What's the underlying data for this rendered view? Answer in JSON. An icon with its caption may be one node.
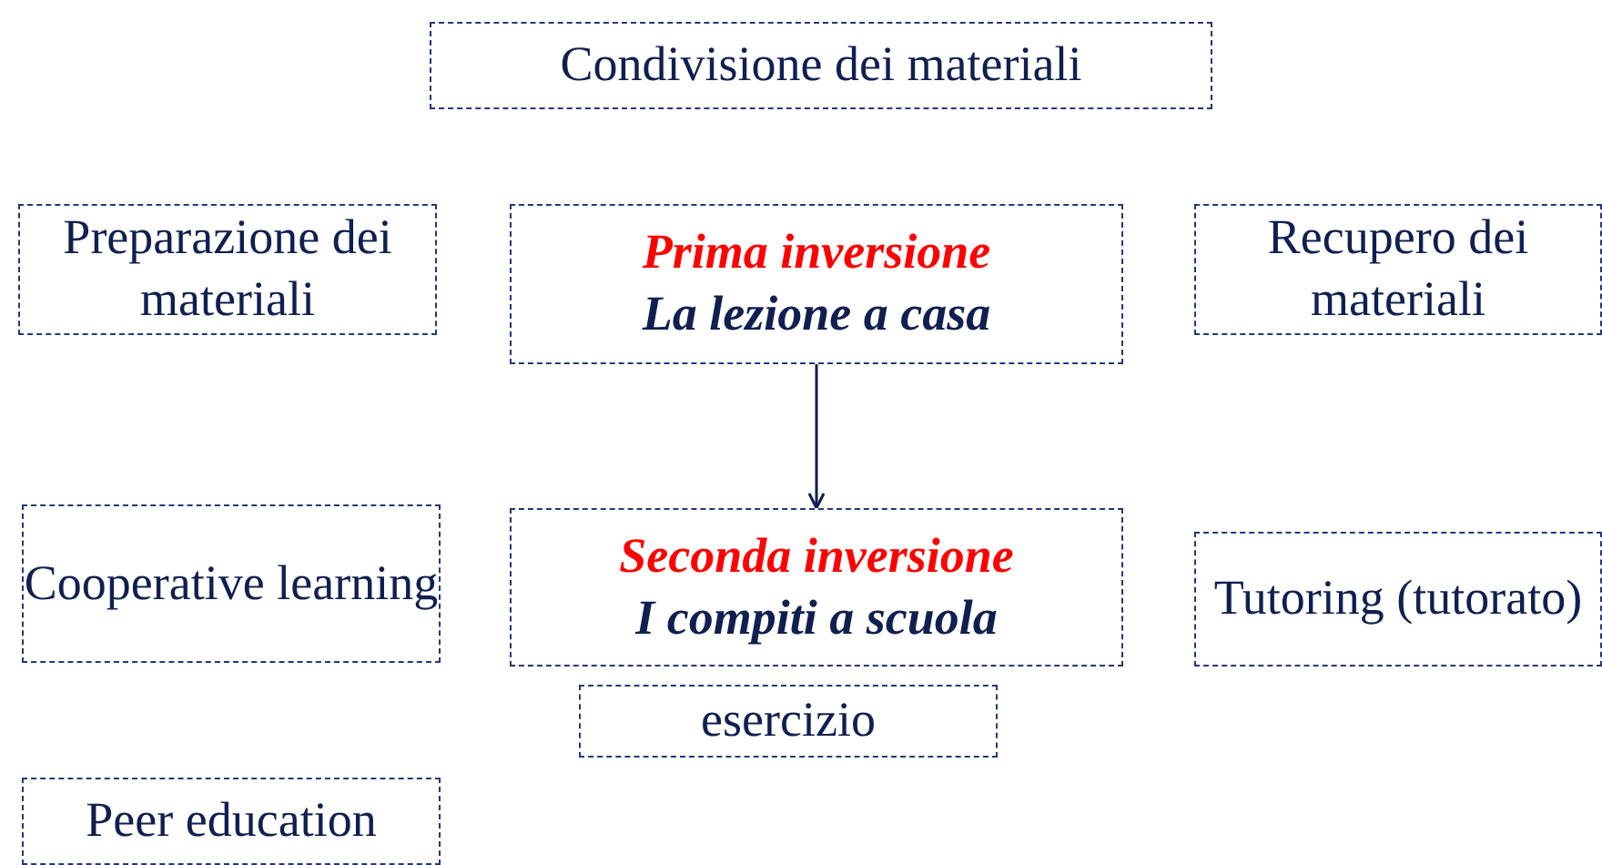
{
  "diagram": {
    "nodes": [
      {
        "text": [
          "Condivisione dei materiali"
        ]
      },
      {
        "text": [
          "Preparazione dei materiali"
        ]
      },
      {
        "text": [
          "Prima inversione",
          "La lezione a casa"
        ]
      },
      {
        "text": [
          "Recupero dei materiali"
        ]
      },
      {
        "text": [
          "Cooperative learning"
        ]
      },
      {
        "text": [
          "Seconda inversione",
          "I compiti a scuola"
        ]
      },
      {
        "text": [
          "Tutoring (tutorato)"
        ]
      },
      {
        "text": [
          "esercizio"
        ]
      },
      {
        "text": [
          "Peer education"
        ]
      }
    ],
    "edges": [
      {
        "from": 2,
        "to": 5,
        "arrow": "to"
      }
    ]
  }
}
